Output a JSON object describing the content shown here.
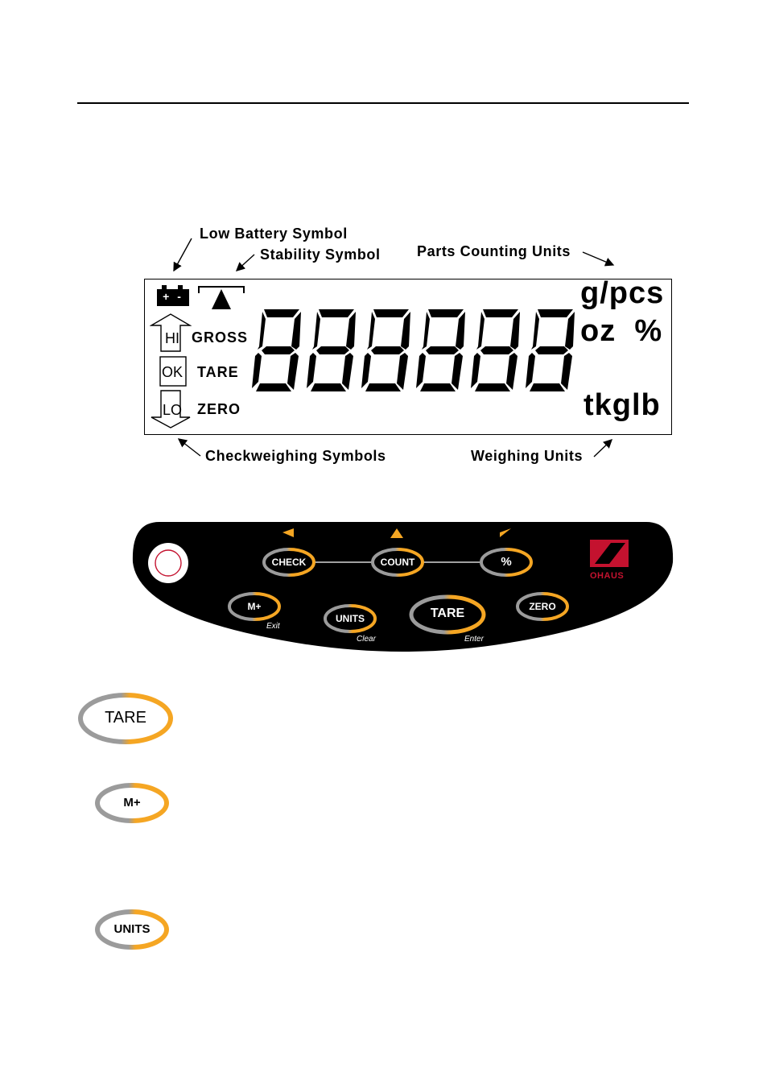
{
  "callouts": {
    "low_battery": "Low Battery Symbol",
    "stability": "Stability Symbol",
    "parts_counting": "Parts Counting Units",
    "checkweighing": "Checkweighing Symbols",
    "weighing_units": "Weighing Units"
  },
  "lcd": {
    "battery_signs": "+ -",
    "hi": "HI",
    "ok": "OK",
    "lo": "LO",
    "gross": "GROSS",
    "tare": "TARE",
    "zero": "ZERO",
    "units_top": "g/pcs",
    "units_mid": "oz  %",
    "units_bottom": "tkglb"
  },
  "panel": {
    "check": "CHECK",
    "count": "COUNT",
    "percent": "%",
    "m_plus": "M+",
    "exit": "Exit",
    "units": "UNITS",
    "clear": "Clear",
    "tare": "TARE",
    "enter": "Enter",
    "zero": "ZERO",
    "logo_text": "OHAUS"
  },
  "key_icons": {
    "tare": "TARE",
    "m_plus": "M+",
    "units": "UNITS"
  },
  "colors": {
    "accent_orange": "#f5a623",
    "ring_gray": "#9b9b9b",
    "panel_black": "#000000",
    "logo_red": "#c4122f"
  }
}
